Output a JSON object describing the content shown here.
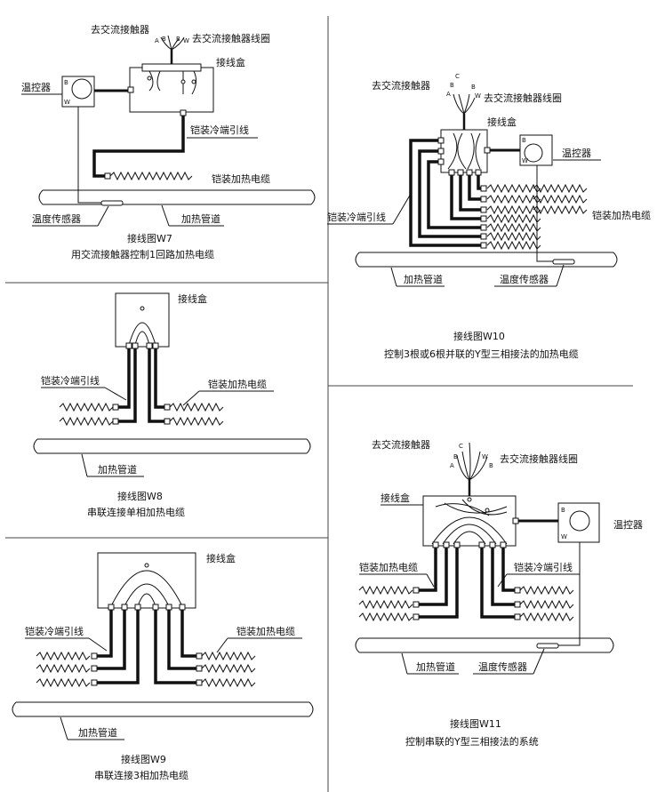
{
  "w7": {
    "contactor": "去交流接触器",
    "coil": "去交流接触器线圈",
    "box": "接线盒",
    "controller": "温控器",
    "lead": "铠装冷端引线",
    "cable": "铠装加热电缆",
    "sensor": "温度传感器",
    "pipe": "加热管道",
    "caption1": "接线图W7",
    "caption2": "用交流接触器控制1回路加热电缆"
  },
  "w8": {
    "box": "接线盒",
    "lead": "铠装冷端引线",
    "cable": "铠装加热电缆",
    "pipe": "加热管道",
    "caption1": "接线图W8",
    "caption2": "串联连接单相加热电缆"
  },
  "w9": {
    "box": "接线盒",
    "lead": "铠装冷端引线",
    "cable": "铠装加热电缆",
    "pipe": "加热管道",
    "caption1": "接线图W9",
    "caption2": "串联连接3相加热电缆"
  },
  "w10": {
    "contactor": "去交流接触器",
    "coil": "去交流接触器线圈",
    "box": "接线盒",
    "controller": "温控器",
    "lead": "铠装冷端引线",
    "cable": "铠装加热电缆",
    "pipe": "加热管道",
    "sensor": "温度传感器",
    "caption1": "接线图W10",
    "caption2": "控制3根或6根并联的Y型三相接法的加热电缆"
  },
  "w11": {
    "contactor": "去交流接触器",
    "coil": "去交流接触器线圈",
    "box": "接线盒",
    "controller": "温控器",
    "cable": "铠装加热电缆",
    "lead": "铠装冷端引线",
    "pipe": "加热管道",
    "sensor": "温度传感器",
    "caption1": "接线图W11",
    "caption2": "控制串联的Y型三相接法的系统"
  },
  "terminal_letters": {
    "a": "A",
    "b": "B",
    "c": "C",
    "w": "W"
  }
}
